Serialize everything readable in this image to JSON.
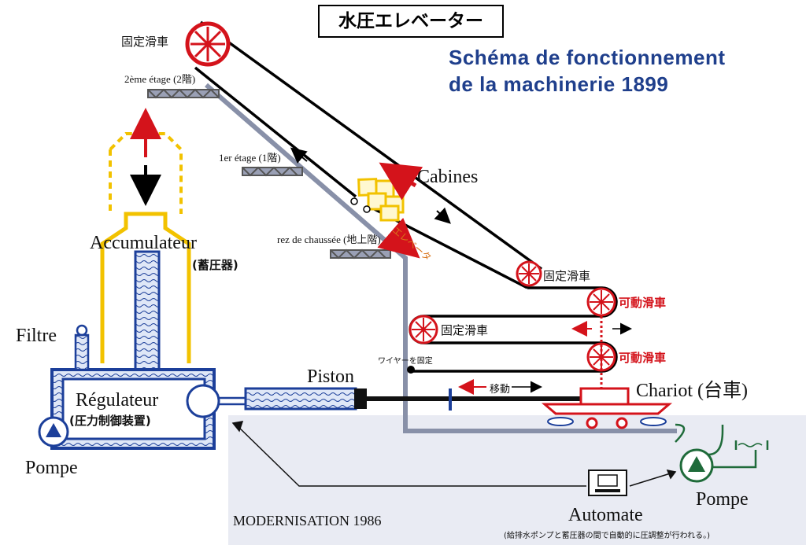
{
  "title": "水圧エレベーター",
  "subtitle_line1": "Schéma de fonctionnement",
  "subtitle_line2": "de la machinerie 1899",
  "labels": {
    "fixed_pulley_top": "固定滑車",
    "floor2": "2ème étage (2階)",
    "floor1": "1er étage (1階)",
    "ground": "rez de chaussée (地上階)",
    "cabines": "Cabines",
    "elevator_vertical": "エレベータ",
    "accumulateur": "Accumulateur",
    "accumulateur_jp": "(蓄圧器)",
    "fixed_pulley_mid": "固定滑車",
    "movable_pulley_1": "可動滑車",
    "fixed_pulley_left": "固定滑車",
    "movable_pulley_2": "可動滑車",
    "wire_fixed": "ワイヤーを固定",
    "filtre": "Filtre",
    "piston": "Piston",
    "move": "移動",
    "chariot": "Chariot (台車)",
    "regulateur": "Régulateur",
    "regulateur_jp": "(圧力制御装置)",
    "pompe_left": "Pompe",
    "pompe_right": "Pompe",
    "modernisation": "MODERNISATION 1986",
    "automate": "Automate",
    "automate_note": "(給排水ポンプと蓄圧器の間で自動的に圧調整が行われる。)"
  },
  "colors": {
    "accent_red": "#d4131b",
    "accumulator_yellow": "#f2c200",
    "regulator_blue": "#1c3f9a",
    "pump_green": "#1f6b3a",
    "schema_blue": "#1f3f8c",
    "track_grey": "#8890a8"
  },
  "icons": [
    "pulley-icon",
    "pump-icon",
    "automate-computer-icon",
    "filter-icon"
  ]
}
